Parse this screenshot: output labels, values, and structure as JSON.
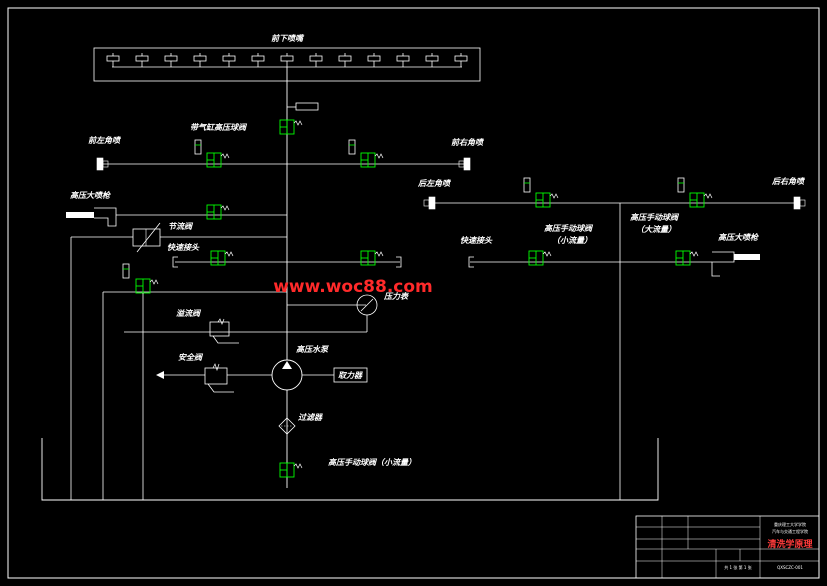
{
  "labels": {
    "front_lower_nozzles": "前下喷嘴",
    "hp_ball_valve_with_pneumatic": "带气缸高压球阀",
    "front_left_angle": "前左角喷",
    "front_right_angle": "前右角喷",
    "rear_left_angle": "后左角喷",
    "rear_right_angle": "后右角喷",
    "hp_big_gun_left": "高压大喷枪",
    "hp_big_gun_right": "高压大喷枪",
    "throttle_valve": "节流阀",
    "quick_coupler_left": "快速接头",
    "quick_coupler_right": "快速接头",
    "pressure_gauge": "压力表",
    "overflow_valve": "溢流阀",
    "safety_valve": "安全阀",
    "hp_water_pump": "高压水泵",
    "power_take_off": "取力器",
    "filter": "过滤器",
    "hp_manual_ball_valve_small_bottom": "高压手动球阀（小流量）",
    "hp_manual_ball_valve_small_right_l1": "高压手动球阀",
    "hp_manual_ball_valve_small_right_l2": "（小流量）",
    "hp_manual_ball_valve_large_l1": "高压手动球阀",
    "hp_manual_ball_valve_large_l2": "（大流量）"
  },
  "watermark": "www.woc88.com",
  "title_block": {
    "company_stamp": "清洗学原理",
    "school_l1": "重庆理工大学学院",
    "school_l2": "汽车与交通工程学院",
    "sheet_info": "共 1 张  第 1 张",
    "drawing_no": "QXSCZC-001"
  },
  "colors": {
    "background": "#000000",
    "line": "#ffffff",
    "valve": "#00ff00",
    "watermark": "#ff2a2a",
    "stamp": "#ff3b3b"
  }
}
